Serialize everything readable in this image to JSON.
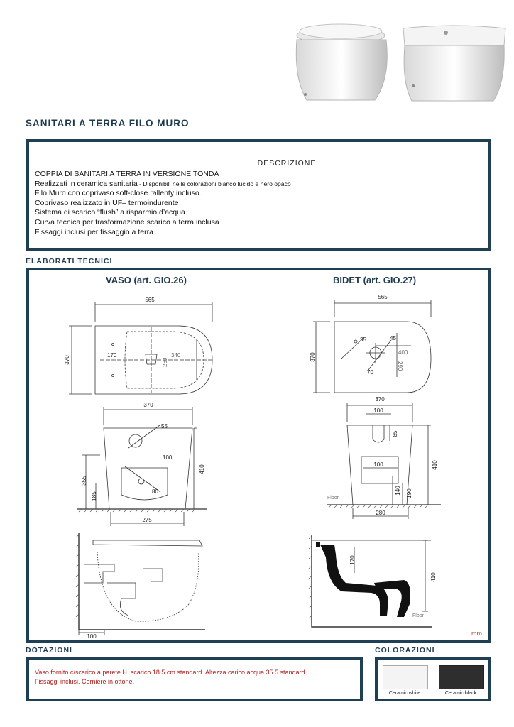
{
  "header": {
    "title": "SANITARI A TERRA FILO MURO"
  },
  "description": {
    "heading": "DESCRIZIONE",
    "lines": [
      "COPPIA DI SANITARI A TERRA IN VERSIONE TONDA",
      "Realizzati in ceramica sanitaria",
      "Filo Muro con coprivaso soft-close rallenty incluso.",
      "Coprivaso realizzato in UF– termoindurente",
      "Sistema di scarico “flush” a risparmio d’acqua",
      "Curva tecnica per trasformazione scarico a terra inclusa",
      "Fissaggi inclusi per fissaggio a terra"
    ],
    "line2_note": " - Disponibili nelle colorazioni bianco lucido e nero opaco"
  },
  "technical": {
    "section_label": "ELABORATI TECNICI",
    "vaso_title": "VASO (art. GIO.26)",
    "bidet_title": "BIDET (art. GIO.27)",
    "unit": "mm",
    "vaso_dims": {
      "width_top": "565",
      "depth_side": "370",
      "d170": "170",
      "d340": "340",
      "d260": "260",
      "width_front": "370",
      "d55": "55",
      "d100": "100",
      "d80": "80",
      "h355": "355",
      "h185": "185",
      "h410": "410",
      "base": "275",
      "pipe": "100"
    },
    "bidet_dims": {
      "width_top": "565",
      "depth_side": "370",
      "d35": "35",
      "d45": "45",
      "d70": "70",
      "d400": "400",
      "d290": "290",
      "width_front": "370",
      "d100": "100",
      "d85": "85",
      "d100b": "100",
      "h140": "140",
      "h190": "190",
      "h410": "410",
      "base": "280",
      "floor": "Floor",
      "h170": "170",
      "h410b": "410",
      "floor2": "Floor"
    }
  },
  "dotazioni": {
    "label": "DOTAZIONI",
    "line1": "Vaso fornito c/scarico a parete H. scarico 18.5 cm standard. Altezza carico acqua 35.5 standard",
    "line2": "Fissaggi inclusi. Cerniere in ottone."
  },
  "colorazioni": {
    "label": "COLORAZIONI",
    "swatches": [
      {
        "name": "Ceramic white",
        "color": "#f4f4f4"
      },
      {
        "name": "Ceramic black",
        "color": "#2e2e2e"
      }
    ]
  },
  "colors": {
    "navy": "#1f3f55",
    "red_text": "#b0221e",
    "mm_red": "#c0392b"
  }
}
